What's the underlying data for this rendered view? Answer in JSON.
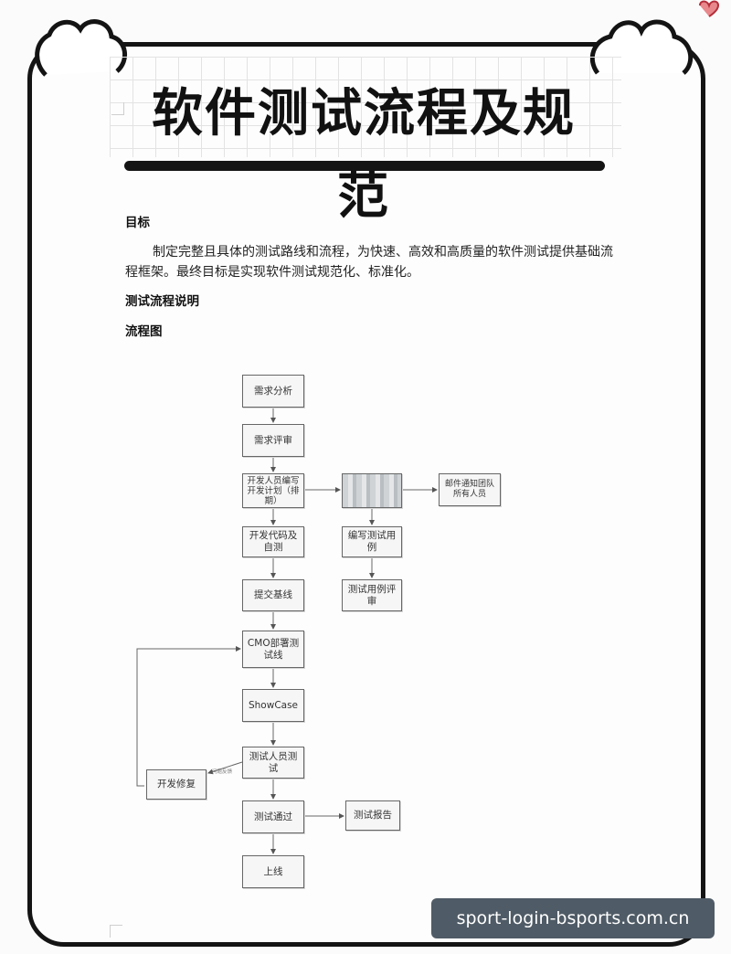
{
  "header": {
    "title": "软件测试流程及规范"
  },
  "sections": {
    "goal_heading": "目标",
    "goal_text": "制定完整且具体的测试路线和流程，为快速、高效和高质量的软件测试提供基础流程框架。最终目标是实现软件测试规范化、标准化。",
    "process_heading": "测试流程说明",
    "flowchart_heading": "流程图"
  },
  "flowchart": {
    "nodes": {
      "n1": "需求分析",
      "n2": "需求评审",
      "n3": "开发人员编写开发计划（排期）",
      "n4": "开发代码及自测",
      "n5": "提交基线",
      "n6": "CMO部署测试线",
      "n7": "ShowCase",
      "n8": "测试人员测试",
      "n9": "测试通过",
      "n10": "上线",
      "r1": "",
      "r2": "邮件通知团队所有人员",
      "r3": "编写测试用例",
      "r4": "测试用例评审",
      "fix": "开发修复",
      "report": "测试报告"
    },
    "edge_label": "问题反馈"
  },
  "watermark": {
    "text": "sport-login-bsports.com.cn"
  },
  "colors": {
    "frame": "#141414",
    "box_border": "#666666",
    "watermark_bg": "#4f5b66"
  }
}
